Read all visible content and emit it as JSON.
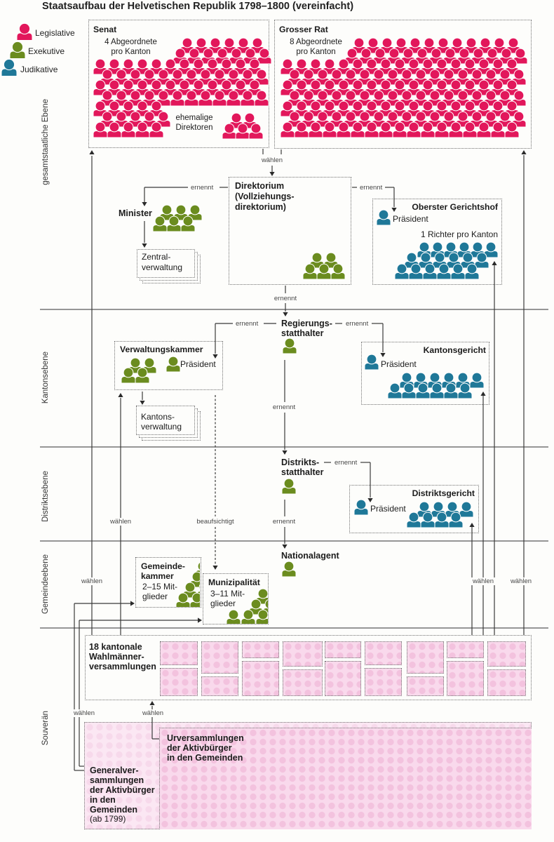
{
  "title": "Staatsaufbau der Helvetischen Republik 1798–1800 (vereinfacht)",
  "colors": {
    "legislative": "#e2175b",
    "executive": "#6b8c1f",
    "judicative": "#1f7898",
    "sovereign": "#f8d6ea"
  },
  "legend": [
    {
      "label": "Legislative",
      "color": "#e2175b"
    },
    {
      "label": "Exekutive",
      "color": "#6b8c1f"
    },
    {
      "label": "Judikative",
      "color": "#1f7898"
    }
  ],
  "levels": {
    "national": "gesamtstaatliche Ebene",
    "canton": "Kantonsebene",
    "district": "Distriktsebene",
    "municipal": "Gemeindeebene",
    "sovereign": "Souverän"
  },
  "relations": {
    "elect": "wählen",
    "appoint": "ernennt",
    "supervise": "beaufsichtigt"
  },
  "national": {
    "senat": {
      "title": "Senat",
      "note": "4 Abgeordnete\npro Kanton",
      "former": "ehemalige\nDirektoren"
    },
    "grosser_rat": {
      "title": "Grosser Rat",
      "note": "8 Abgeordnete\npro Kanton"
    },
    "direktorium": {
      "title": "Direktorium\n(Vollziehungs-\ndirektorium)"
    },
    "minister": {
      "title": "Minister"
    },
    "zentralverwaltung": {
      "title": "Zentral-\nverwaltung"
    },
    "oberster_gerichtshof": {
      "title": "Oberster Gerichtshof",
      "president": "Präsident",
      "note": "1 Richter pro Kanton"
    }
  },
  "canton": {
    "regierungsstatthalter": {
      "title": "Regierungs-\nstatthalter"
    },
    "verwaltungskammer": {
      "title": "Verwaltungskammer",
      "president": "Präsident"
    },
    "kantonsverwaltung": {
      "title": "Kantons-\nverwaltung"
    },
    "kantonsgericht": {
      "title": "Kantonsgericht",
      "president": "Präsident"
    }
  },
  "district": {
    "distriktsstatthalter": {
      "title": "Distrikts-\nstatthalter"
    },
    "distriktsgericht": {
      "title": "Distriktsgericht",
      "president": "Präsident"
    }
  },
  "municipal": {
    "nationalagent": {
      "title": "Nationalagent"
    },
    "gemeindekammer": {
      "title": "Gemeinde-\nkammer",
      "members": "2–15 Mit-\nglieder"
    },
    "munizipalitaet": {
      "title": "Munizipalität",
      "members": "3–11 Mit-\nglieder"
    }
  },
  "sovereign": {
    "wahlmaenner": {
      "title": "18 kantonale\nWahlmänner-\nversammlungen",
      "count": 18
    },
    "urversammlungen": {
      "title": "Urversammlungen\nder Aktivbürger\nin den Gemeinden"
    },
    "generalversammlungen": {
      "title": "Generalver-\nsammlungen\nder Aktivbürger\nin den\nGemeinden",
      "note": "(ab 1799)"
    }
  }
}
